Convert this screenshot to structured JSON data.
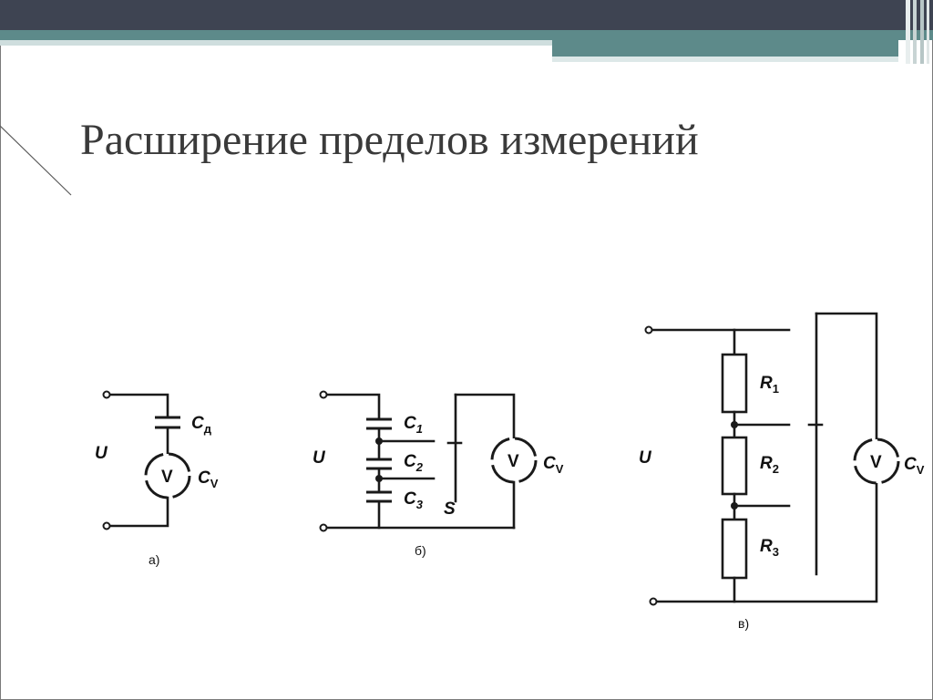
{
  "title": "Расширение пределов измерений",
  "colors": {
    "header_dark": "#3e4452",
    "header_teal": "#5d8a8a",
    "header_light": "#cfdede",
    "title_text": "#3a3a3a"
  },
  "circuit_a": {
    "caption": "а)",
    "voltage": "U",
    "capacitor": {
      "main": "C",
      "sub": "д"
    },
    "meter": "V",
    "meter_cap": {
      "main": "C",
      "sub": "V"
    }
  },
  "circuit_b": {
    "caption": "б)",
    "voltage": "U",
    "capacitors": [
      {
        "main": "C",
        "sub": "1"
      },
      {
        "main": "C",
        "sub": "2"
      },
      {
        "main": "C",
        "sub": "3"
      }
    ],
    "switch": "S",
    "meter": "V",
    "meter_cap": {
      "main": "C",
      "sub": "V"
    }
  },
  "circuit_c": {
    "caption": "в)",
    "voltage": "U",
    "resistors": [
      {
        "main": "R",
        "sub": "1"
      },
      {
        "main": "R",
        "sub": "2"
      },
      {
        "main": "R",
        "sub": "3"
      }
    ],
    "meter": "V",
    "meter_cap": {
      "main": "C",
      "sub": "V"
    }
  }
}
